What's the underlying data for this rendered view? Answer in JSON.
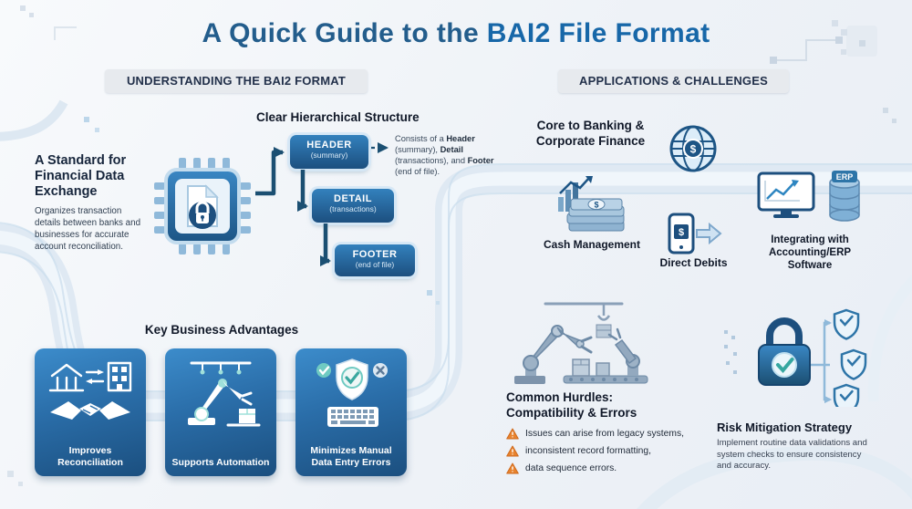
{
  "title": {
    "prefix": "A Quick Guide to the ",
    "highlight": "BAI2 File Format"
  },
  "sections": {
    "left_header": "UNDERSTANDING THE BAI2 FORMAT",
    "right_header": "APPLICATIONS & CHALLENGES"
  },
  "standard": {
    "title": "A Standard for Financial Data Exchange",
    "body": "Organizes transaction details between banks and businesses for accurate account reconciliation."
  },
  "hierarchy": {
    "title": "Clear Hierarchical Structure",
    "nodes": [
      {
        "label": "HEADER",
        "sub": "(summary)"
      },
      {
        "label": "DETAIL",
        "sub": "(transactions)"
      },
      {
        "label": "FOOTER",
        "sub": "(end of file)"
      }
    ],
    "note_parts": [
      "Consists of a ",
      "Header",
      " (summary), ",
      "Detail",
      " (transactions), and ",
      "Footer",
      " (end of file)."
    ]
  },
  "advantages": {
    "title": "Key Business Advantages",
    "cards": [
      {
        "label": "Improves Reconciliation"
      },
      {
        "label": "Supports Automation"
      },
      {
        "label": "Minimizes Manual Data Entry Errors"
      }
    ]
  },
  "applications": {
    "core_title": "Core to Banking & Corporate Finance",
    "items": [
      {
        "label": "Cash Management"
      },
      {
        "label": "Direct Debits"
      },
      {
        "label": "Integrating with Accounting/ERP Software"
      }
    ],
    "erp_label": "ERP"
  },
  "hurdles": {
    "title": "Common Hurdles: Compatibility & Errors",
    "bullets": [
      "Issues can arise from legacy systems,",
      "inconsistent record formatting,",
      "data sequence errors."
    ]
  },
  "risk": {
    "title": "Risk Mitigation Strategy",
    "body": "Implement routine data validations and system checks to ensure consistency and accuracy."
  },
  "symbols": {
    "dollar": "$"
  },
  "colors": {
    "accent": "#1b4f72",
    "card_top": "#3c8ccb",
    "card_bottom": "#1b4f7f",
    "title_highlight": "#1767a8"
  }
}
